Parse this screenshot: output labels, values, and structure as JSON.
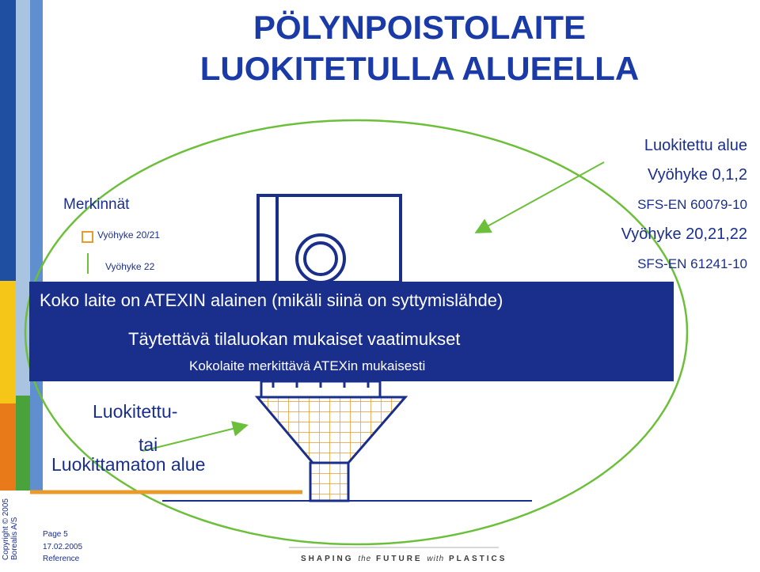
{
  "title": {
    "line1": "PÖLYNPOISTOLAITE",
    "line2": "LUOKITETULLA ALUEELLA"
  },
  "right_labels": {
    "classified_area": "Luokitettu alue",
    "zone_012": "Vyöhyke 0,1,2",
    "standard_1": "SFS-EN 60079-10",
    "zone_202122": "Vyöhyke 20,21,22",
    "standard_2": "SFS-EN 61241-10"
  },
  "legend": {
    "heading": "Merkinnät",
    "item1": "Vyöhyke 20/21",
    "item2": "Vyöhyke 22"
  },
  "banner": {
    "line1": "Koko laite on ATEXIN alainen (mikäli siinä on syttymislähde)",
    "line2": "Täytettävä tilaluokan mukaiset vaatimukset",
    "line3": "Kokolaite merkittävä ATEXin mukaisesti"
  },
  "bottom_left": {
    "line1": "Luokitettu-",
    "line2": "tai",
    "line3": "Luokittamaton alue"
  },
  "footer": {
    "copyright": "Copyright © 2005",
    "company": "Borealis A/S",
    "page": "Page 5",
    "date": "17.02.2005",
    "reference": "Reference",
    "slogan_1": "SHAPING",
    "slogan_2": "the",
    "slogan_3": "FUTURE",
    "slogan_4": "with",
    "slogan_5": "PLASTICS"
  },
  "colors": {
    "navy": "#1a2f8c",
    "title_blue": "#1a3aa8",
    "ellipse_green": "#6cbf3a",
    "hatch_orange": "#e89a2a",
    "stripe_blue": "#1e4fa0",
    "stripe_light": "#a9c4e0",
    "stripe_yellow": "#f5c518",
    "stripe_orange": "#e87a1a",
    "stripe_green": "#4aa23a"
  }
}
